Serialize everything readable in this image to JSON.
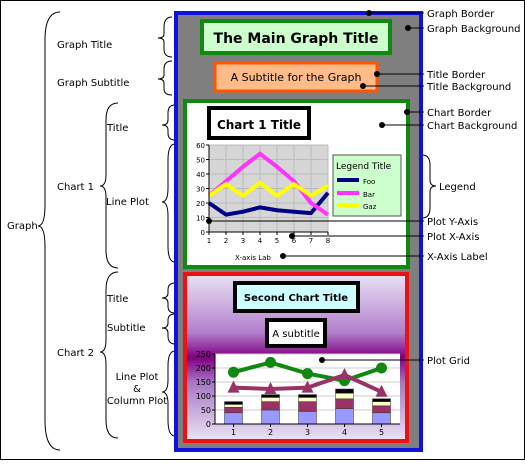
{
  "outer_labels": {
    "graph": "Graph",
    "graph_title": "Graph Title",
    "graph_subtitle": "Graph Subtitle",
    "chart1": "Chart 1",
    "title1": "Title",
    "line_plot": "Line Plot",
    "chart2": "Chart 2",
    "title2": "Title",
    "subtitle2": "Subtitle",
    "combo_line1": "Line Plot",
    "combo_line2": "&",
    "combo_line3": "Column Plot"
  },
  "right_labels": {
    "graph_border": "Graph Border",
    "graph_background": "Graph Background",
    "title_border": "Title Border",
    "title_background": "Title Background",
    "chart_border": "Chart Border",
    "chart_background": "Chart Background",
    "legend": "Legend",
    "plot_y_axis": "Plot Y-Axis",
    "plot_x_axis": "Plot X-Axis",
    "x_axis_label": "X-Axis Label",
    "plot_grid": "Plot Grid"
  },
  "graph": {
    "title": "The Main Graph Title",
    "subtitle": "A Subtitle for the Graph"
  },
  "colors": {
    "graph_border": "#1111dd",
    "graph_bg": "#7f7f7f",
    "title_border": "#118811",
    "title_bg": "#ccffcc",
    "subtitle_border": "#ff5500",
    "subtitle_bg": "#ffbb88",
    "chart1_border": "#118811",
    "chart2_border": "#ee1111",
    "foo": "#000088",
    "bar": "#ff33ff",
    "gaz": "#ffff00",
    "line2a": "#118811",
    "line2b": "#993366"
  },
  "chart1": {
    "title": "Chart 1 Title",
    "xlabel": "X-axis Lab",
    "legend_title": "Legend Title",
    "legend": [
      "Foo",
      "Bar",
      "Gaz"
    ],
    "yticks": [
      "60",
      "50",
      "40",
      "30",
      "20",
      "10",
      "0"
    ],
    "xticks": [
      "1",
      "2",
      "3",
      "4",
      "5",
      "6",
      "7",
      "8"
    ]
  },
  "chart2": {
    "title": "Second Chart Title",
    "subtitle": "A subtitle",
    "yticks": [
      "250",
      "200",
      "150",
      "100",
      "50",
      "0"
    ],
    "xticks": [
      "1",
      "2",
      "3",
      "4",
      "5"
    ]
  },
  "chart_data": [
    {
      "type": "line",
      "title": "Chart 1 Title",
      "xlabel": "X-axis Lab",
      "ylabel": "",
      "x": [
        1,
        2,
        3,
        4,
        5,
        6,
        7,
        8
      ],
      "xlim": [
        1,
        8
      ],
      "ylim": [
        0,
        60
      ],
      "grid": true,
      "legend": "right",
      "series": [
        {
          "name": "Foo",
          "values": [
            20,
            12,
            14,
            17,
            15,
            14,
            13,
            27
          ]
        },
        {
          "name": "Bar",
          "values": [
            25,
            35,
            45,
            54,
            45,
            35,
            20,
            12
          ]
        },
        {
          "name": "Gaz",
          "values": [
            25,
            33,
            25,
            34,
            25,
            33,
            25,
            32
          ]
        }
      ]
    },
    {
      "type": "bar",
      "title": "Second Chart Title",
      "subtitle": "A subtitle",
      "categories": [
        "1",
        "2",
        "3",
        "4",
        "5"
      ],
      "ylim": [
        0,
        250
      ],
      "grid": true,
      "stacked_columns": [
        {
          "values": [
            40,
            20,
            10,
            10
          ]
        },
        {
          "values": [
            50,
            30,
            15,
            10
          ]
        },
        {
          "values": [
            45,
            35,
            15,
            10
          ]
        },
        {
          "values": [
            55,
            35,
            20,
            15
          ]
        },
        {
          "values": [
            40,
            25,
            15,
            10
          ]
        }
      ],
      "series": [
        {
          "values": [
            185,
            220,
            180,
            155,
            200
          ]
        },
        {
          "values": [
            130,
            125,
            130,
            175,
            115
          ]
        }
      ]
    }
  ]
}
